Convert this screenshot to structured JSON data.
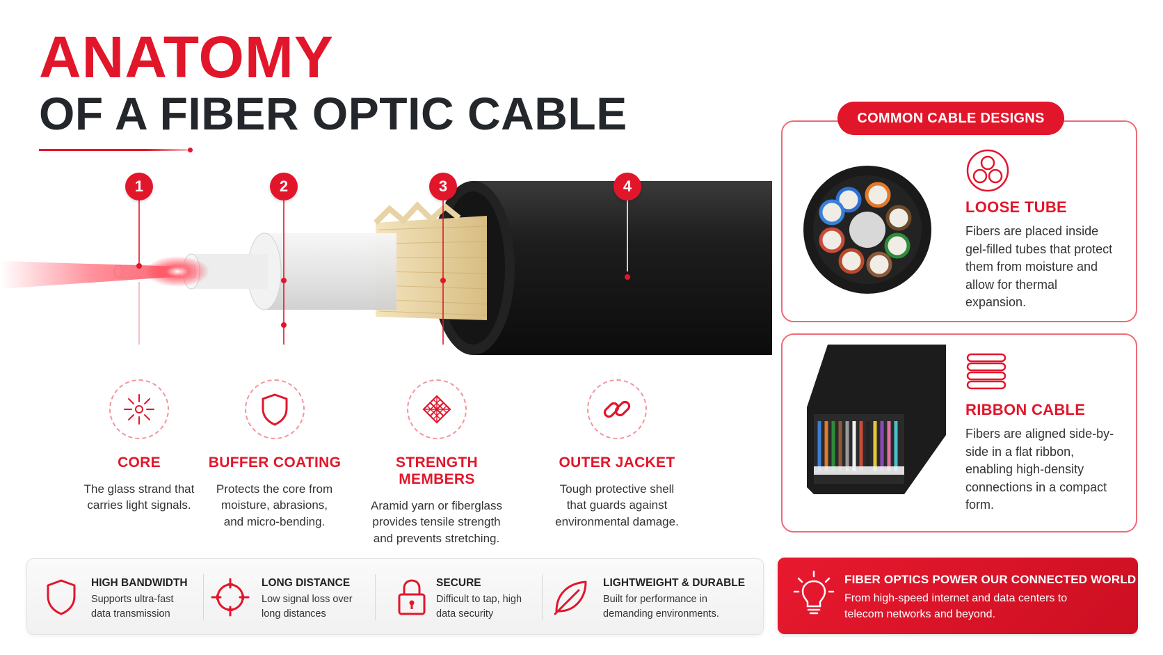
{
  "title": {
    "line1": "ANATOMY",
    "line2": "OF A FIBER OPTIC CABLE"
  },
  "parts": [
    {
      "number": "1",
      "name": "CORE",
      "icon": "light-burst-icon",
      "description": "The glass strand that carries light signals."
    },
    {
      "number": "2",
      "name": "BUFFER COATING",
      "icon": "shield-icon",
      "description": "Protects the core from moisture, abrasions, and micro-bending."
    },
    {
      "number": "3",
      "name": "STRENGTH MEMBERS",
      "icon": "mesh-icon",
      "description": "Aramid yarn or fiberglass provides tensile strength and prevents stretching."
    },
    {
      "number": "4",
      "name": "OUTER JACKET",
      "icon": "chain-link-icon",
      "description": "Tough protective shell that guards against environmental damage."
    }
  ],
  "designs": {
    "header": "COMMON CABLE DESIGNS",
    "items": [
      {
        "name": "LOOSE TUBE",
        "icon": "three-tubes-icon",
        "description": "Fibers are placed inside gel-filled tubes that protect them from moisture and allow for thermal expansion."
      },
      {
        "name": "RIBBON CABLE",
        "icon": "stacked-ribbons-icon",
        "description": "Fibers are aligned side-by-side in a flat ribbon, enabling high-density connections in a compact form."
      }
    ]
  },
  "benefits": [
    {
      "title": "HIGH BANDWIDTH",
      "icon": "shield-icon",
      "description": "Supports ultra-fast data transmission"
    },
    {
      "title": "LONG DISTANCE",
      "icon": "target-arrows-icon",
      "description": "Low signal loss over long distances"
    },
    {
      "title": "SECURE",
      "icon": "padlock-icon",
      "description": "Difficult to tap, high data security"
    },
    {
      "title": "LIGHTWEIGHT & DURABLE",
      "icon": "leaf-icon",
      "description": "Built for performance in demanding environments."
    }
  ],
  "cta": {
    "title": "FIBER OPTICS POWER OUR CONNECTED WORLD",
    "icon": "lightbulb-icon",
    "description": "From high-speed internet and data centers to telecom networks and beyond."
  },
  "colors": {
    "accent": "#e2162b",
    "dark_text": "#23272b",
    "jacket": "#1c1c1c",
    "yarn": "#e7d3a3"
  }
}
